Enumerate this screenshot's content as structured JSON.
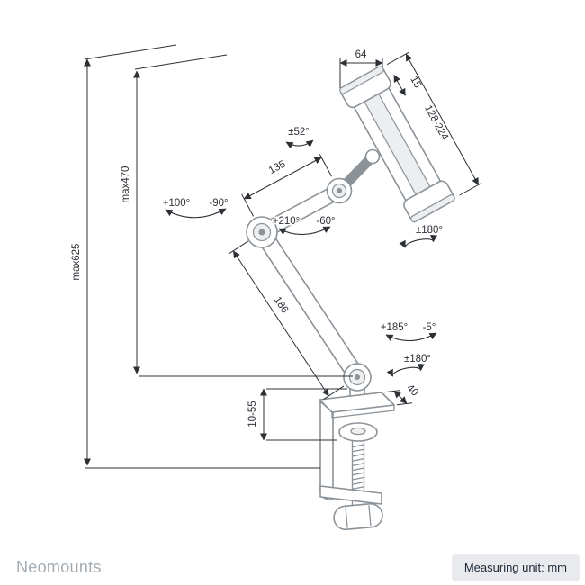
{
  "footer": {
    "brand": "Neomounts",
    "unit_label": "Measuring unit: mm"
  },
  "dimensions": {
    "total_height": "max625",
    "arm_height": "max470",
    "upper_arm_length": "135",
    "lower_arm_length": "186",
    "clamp_range": "10-55",
    "clamp_depth": "40",
    "holder_width": "64",
    "holder_depth": "15",
    "holder_height_range": "128-224"
  },
  "angles": {
    "holder_tilt": "±52°",
    "elbow_up": "+100°",
    "elbow_down": "-90°",
    "mid_up": "+210°",
    "mid_down": "-60°",
    "holder_rotation": "±180°",
    "shoulder_up": "+185°",
    "shoulder_down": "-5°",
    "base_rotation": "±180°"
  },
  "colors": {
    "outline": "#8b9298",
    "dimension": "#2d3136",
    "brand_text": "#a2abb2",
    "badge_bg": "#e8eaed"
  }
}
